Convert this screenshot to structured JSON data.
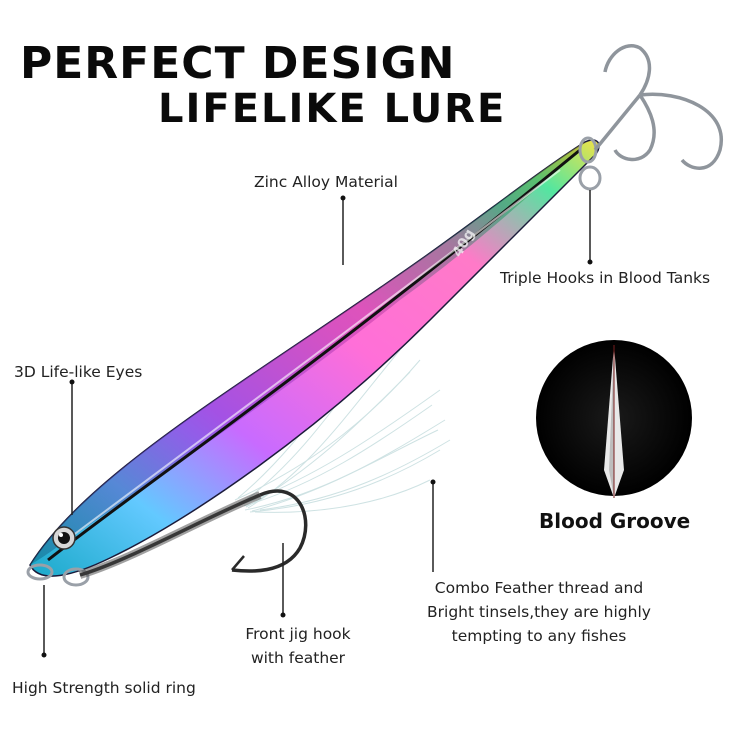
{
  "headline": {
    "line1": "PERFECT DESIGN",
    "line2": "LIFELIKE  LURE"
  },
  "callouts": {
    "material": "Zinc Alloy Material",
    "triple_hooks": "Triple Hooks in Blood Tanks",
    "eyes": "3D Life-like Eyes",
    "front_hook_line1": "Front jig hook",
    "front_hook_line2": "with feather",
    "ring": "High Strength solid ring",
    "feather_line1": "Combo Feather thread and",
    "feather_line2": "Bright tinsels,they are highly",
    "feather_line3": "tempting to any fishes"
  },
  "inset": {
    "title": "Blood Groove"
  },
  "lure": {
    "weight_marking": "40g"
  },
  "colors": {
    "rainbow": [
      "#2ac9e6",
      "#7ad7ff",
      "#d96bff",
      "#ff6fd8",
      "#ff5ab5",
      "#43f08a",
      "#f7e34a"
    ],
    "text": "#111111",
    "hook_steel": "#9aa0a8"
  }
}
